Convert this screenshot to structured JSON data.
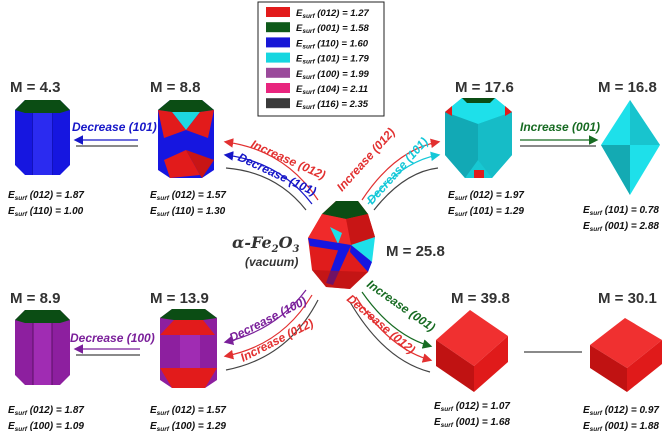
{
  "legend": {
    "items": [
      {
        "symbol": "E",
        "sub": "surf",
        "facet": "(012)",
        "value": "1.27",
        "color": "#e21b1b"
      },
      {
        "symbol": "E",
        "sub": "surf",
        "facet": "(001)",
        "value": "1.58",
        "color": "#0e5a1a"
      },
      {
        "symbol": "E",
        "sub": "surf",
        "facet": "(110)",
        "value": "1.60",
        "color": "#1717d6"
      },
      {
        "symbol": "E",
        "sub": "surf",
        "facet": "(101)",
        "value": "1.79",
        "color": "#16d6e0"
      },
      {
        "symbol": "E",
        "sub": "surf",
        "facet": "(100)",
        "value": "1.99",
        "color": "#9b4a9b"
      },
      {
        "symbol": "E",
        "sub": "surf",
        "facet": "(104)",
        "value": "2.11",
        "color": "#e8257e"
      },
      {
        "symbol": "E",
        "sub": "surf",
        "facet": "(116)",
        "value": "2.35",
        "color": "#3a3a3a"
      }
    ]
  },
  "center": {
    "formula": "α-Fe",
    "formula_sub": "2",
    "formula_tail": "O",
    "formula_sub2": "3",
    "condition": "(vacuum)",
    "m": "M = 25.8"
  },
  "crystals": [
    {
      "id": "tl1",
      "m": "M = 4.3",
      "e1": {
        "facet": "(012)",
        "value": "1.87"
      },
      "e2": {
        "facet": "(110)",
        "value": "1.00"
      }
    },
    {
      "id": "tl2",
      "m": "M = 8.8",
      "e1": {
        "facet": "(012)",
        "value": "1.57"
      },
      "e2": {
        "facet": "(110)",
        "value": "1.30"
      }
    },
    {
      "id": "tr1",
      "m": "M = 17.6",
      "e1": {
        "facet": "(012)",
        "value": "1.97"
      },
      "e2": {
        "facet": "(101)",
        "value": "1.29"
      }
    },
    {
      "id": "tr2",
      "m": "M = 16.8",
      "e1": {
        "facet": "(101)",
        "value": "0.78"
      },
      "e2": {
        "facet": "(001)",
        "value": "2.88"
      }
    },
    {
      "id": "bl1",
      "m": "M = 8.9",
      "e1": {
        "facet": "(012)",
        "value": "1.87"
      },
      "e2": {
        "facet": "(100)",
        "value": "1.09"
      }
    },
    {
      "id": "bl2",
      "m": "M = 13.9",
      "e1": {
        "facet": "(012)",
        "value": "1.57"
      },
      "e2": {
        "facet": "(100)",
        "value": "1.29"
      }
    },
    {
      "id": "br1",
      "m": "M = 39.8",
      "e1": {
        "facet": "(012)",
        "value": "1.07"
      },
      "e2": {
        "facet": "(001)",
        "value": "1.68"
      }
    },
    {
      "id": "br2",
      "m": "M = 30.1",
      "e1": {
        "facet": "(012)",
        "value": "0.97"
      },
      "e2": {
        "facet": "(001)",
        "value": "1.88"
      }
    }
  ],
  "arrows": {
    "dec101_top": "Decrease (101)",
    "inc012_tl": "Increase (012)",
    "dec101_tl": "Decrease (101)",
    "inc012_tr": "Increase (012)",
    "dec101_tr": "Decrease (101)",
    "inc001_top": "Increase (001)",
    "dec100_bot": "Decrease (100)",
    "dec100_bl": "Decrease (100)",
    "inc012_bl": "Increase (012)",
    "inc001_br": "Increase (001)",
    "dec012_br": "Decrease (012)"
  },
  "colors": {
    "arrow_blue": "#1616c8",
    "arrow_red": "#e23030",
    "arrow_cyan": "#14c8d8",
    "arrow_green": "#176b22",
    "arrow_purple": "#7a1f9a",
    "line": "#444444"
  }
}
